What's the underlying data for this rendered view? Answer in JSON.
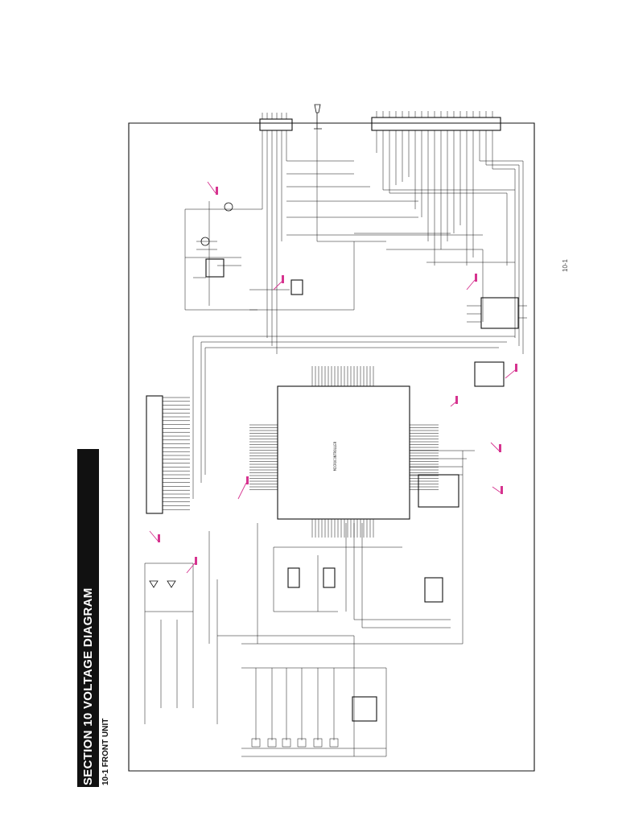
{
  "section": {
    "title": "SECTION 10  VOLTAGE DIAGRAM",
    "subtitle": "10-1 FRONT UNIT"
  },
  "page_marker": "10-1",
  "colors": {
    "banner": "#111111",
    "wire": "#111111",
    "voltage_annotation": "#d6338f",
    "background": "#ffffff"
  }
}
